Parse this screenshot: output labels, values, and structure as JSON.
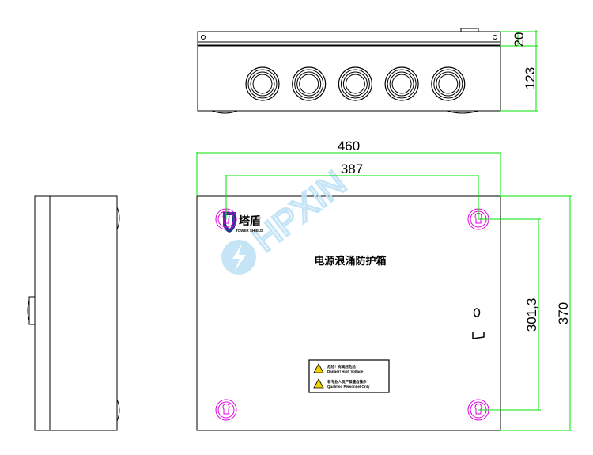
{
  "dimensions": {
    "lid_height": "20",
    "box_depth": "123",
    "width": "460",
    "mount_hole_spacing_h": "387",
    "mount_hole_spacing_v": "301,3",
    "height": "370"
  },
  "front_panel": {
    "brand_logo_text": "塔盾",
    "brand_logo_subtext": "TOWER SHIELD",
    "watermark": "HPXIN",
    "title": "电源浪涌防护箱",
    "warning_line_1_cn": "危险！有高压危险",
    "warning_line_1_en": "Danger! High Voltage",
    "warning_line_2_cn": "非专业人员严禁擅自操作",
    "warning_line_2_en": "Qualified Personnel Only"
  },
  "colors": {
    "dimension_lines": "#00e000",
    "mount_holes": "#e000e0",
    "watermark": "#bfe3f7",
    "outline": "#000000",
    "logo": "#1a3a8a"
  },
  "cable_glands": 5
}
